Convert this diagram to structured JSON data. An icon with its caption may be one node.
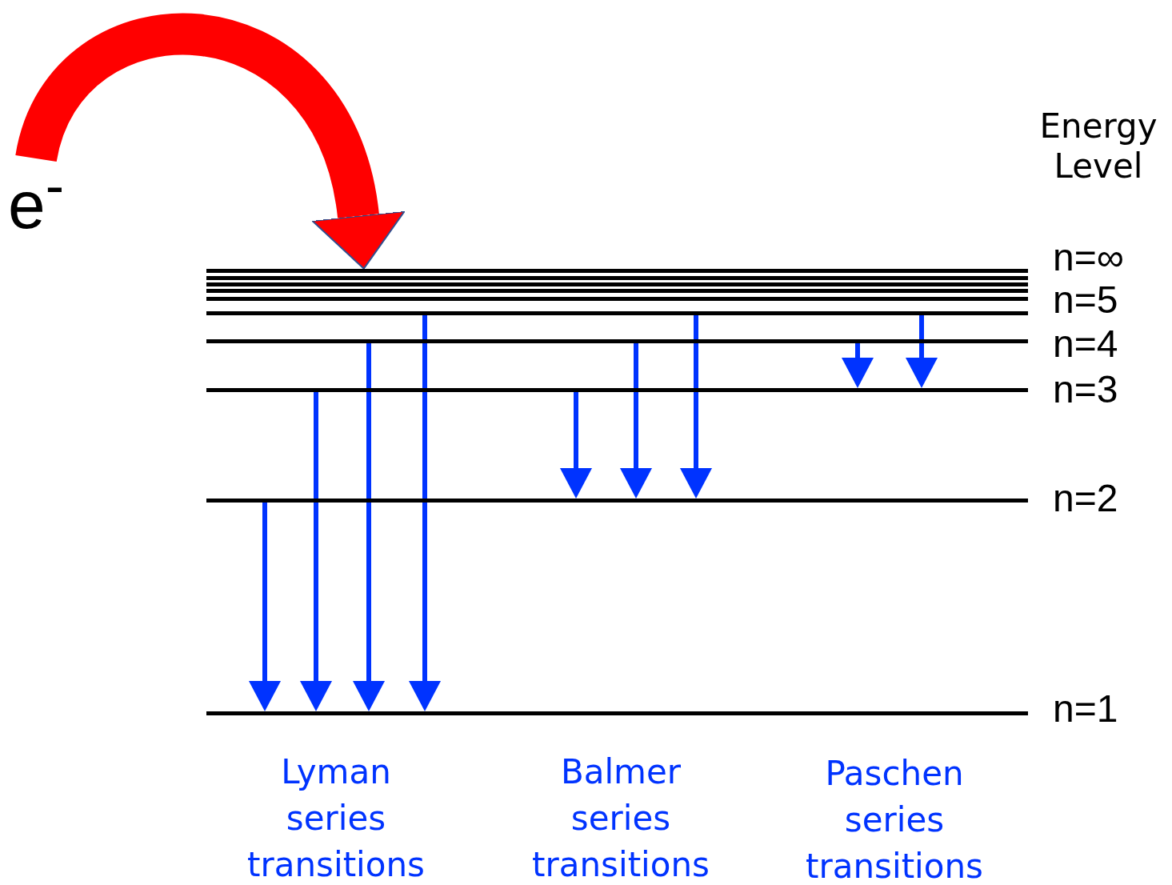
{
  "diagram": {
    "nodes": [
      {
        "text": [
          "e$^{-}$"
        ]
      },
      {
        "text": [],
        "shape": "bar",
        "beside": [
          "n=∞"
        ]
      },
      {
        "text": [],
        "shape": "bar"
      },
      {
        "text": [],
        "shape": "bar"
      },
      {
        "text": [],
        "shape": "bar"
      },
      {
        "text": [],
        "shape": "bar"
      },
      {
        "text": [],
        "shape": "bar",
        "beside": [
          "n=5"
        ]
      },
      {
        "text": [],
        "shape": "bar",
        "beside": [
          "n=4"
        ]
      },
      {
        "text": [],
        "shape": "bar",
        "beside": [
          "n=3"
        ]
      },
      {
        "text": [],
        "shape": "bar",
        "beside": [
          "n=2"
        ]
      },
      {
        "text": [],
        "shape": "bar",
        "beside": [
          "n=1"
        ]
      }
    ],
    "edges": [
      {
        "from": 0,
        "to": 1,
        "arrow": "to",
        "style": "thick",
        "color": "#ff0000"
      },
      {
        "from": 9,
        "to": 10,
        "arrow": "to"
      },
      {
        "from": 8,
        "to": 10,
        "arrow": "to"
      },
      {
        "from": 7,
        "to": 10,
        "arrow": "to"
      },
      {
        "from": 6,
        "to": 10,
        "arrow": "to"
      },
      {
        "from": 8,
        "to": 9,
        "arrow": "to"
      },
      {
        "from": 7,
        "to": 9,
        "arrow": "to"
      },
      {
        "from": 6,
        "to": 9,
        "arrow": "to"
      },
      {
        "from": 7,
        "to": 8,
        "arrow": "to"
      },
      {
        "from": 6,
        "to": 8,
        "arrow": "to"
      }
    ],
    "labels": [
      "Energy Level",
      "Lyman series transitions",
      "Balmer series transitions",
      "Paschen series transitions"
    ]
  }
}
